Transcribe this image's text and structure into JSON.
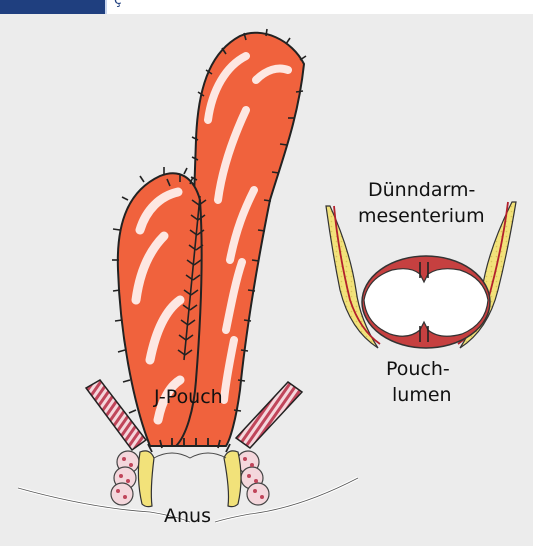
{
  "header": {
    "tab_glyph": "ç"
  },
  "labels": {
    "mesentery_line1": "Dünndarm-",
    "mesentery_line2": "mesenterium",
    "pouch_lumen_line1": "Pouch-",
    "pouch_lumen_line2": "lumen",
    "j_pouch": "J-Pouch",
    "anus": "Anus"
  },
  "colors": {
    "bowel": "#f0623d",
    "bowel_highlight": "#ffffff",
    "muscle_stripes": "#c0455a",
    "mesentery_fat": "#f2e27a",
    "vessel": "#b3202c",
    "background": "#ececec",
    "header_bar": "#1f3f7f"
  }
}
